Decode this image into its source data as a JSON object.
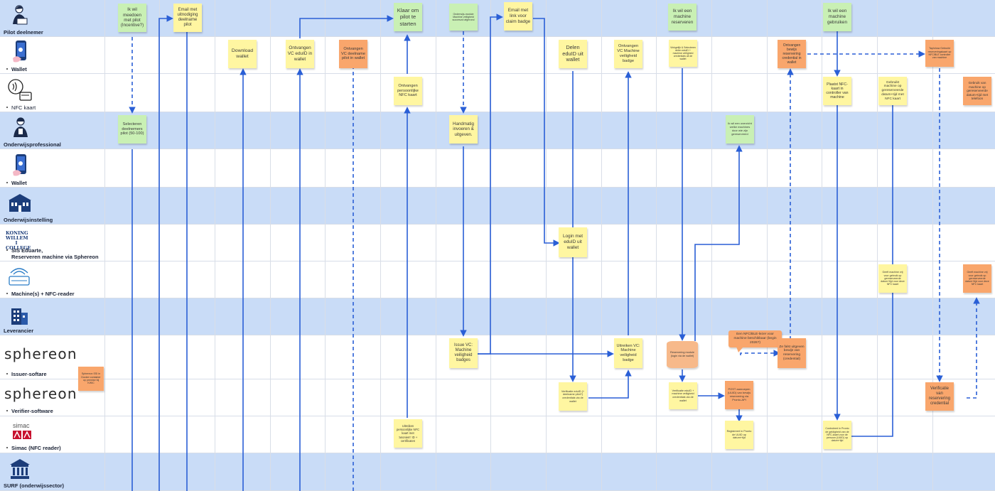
{
  "lanes": [
    {
      "label": "Pilot deelnemer",
      "icon": "person-laptop-icon"
    },
    {
      "label": "Wallet",
      "icon": "phone-wallet-icon"
    },
    {
      "label": "NFC kaart",
      "icon": "nfc-card-icon"
    },
    {
      "label": "Onderwijsprofessional",
      "icon": "person-teacher-icon"
    },
    {
      "label": "Wallet",
      "icon": "phone-wallet-icon"
    },
    {
      "label": "Onderwijsinstelling",
      "icon": "school-building-icon"
    },
    {
      "label": "SIS Eduarte,",
      "label2": "Reserveren machine via Sphereon",
      "icon": "koning-willem-logo",
      "logo_text": "KONING WILLEM I COLLEGE"
    },
    {
      "label": "Machine(s) + NFC-reader",
      "icon": "machine-reader-icon"
    },
    {
      "label": "Leverancier",
      "icon": "office-building-icon"
    },
    {
      "label": "Issuer-softare",
      "icon": "sphereon-logo",
      "logo_text": "sphereon"
    },
    {
      "label": "Verifier-software",
      "icon": "sphereon-logo",
      "logo_text": "sphereon"
    },
    {
      "label": "Simac (NFC reader)",
      "icon": "simac-logo",
      "logo_text": "simac"
    },
    {
      "label": "SURF (onderwijssector)",
      "icon": "institution-icon"
    }
  ],
  "notes": [
    {
      "id": "n1",
      "text": "Ik wil meedoen met pilot (Incentive?)"
    },
    {
      "id": "n2",
      "text": "Email met uitnodiging deelname pilot"
    },
    {
      "id": "n3",
      "text": "Klaar om pilot te starten"
    },
    {
      "id": "n4",
      "text": "Onderwijs-module Machine veiligheid succesvol afgerond"
    },
    {
      "id": "n5",
      "text": "Email met link voor claim badge"
    },
    {
      "id": "n6",
      "text": "Ik wil een machine reserveren"
    },
    {
      "id": "n7",
      "text": "Ik wil een machine gebruiken"
    },
    {
      "id": "n8",
      "text": "Download wallet"
    },
    {
      "id": "n9",
      "text": "Ontvangen VC eduID in wallet"
    },
    {
      "id": "n10",
      "text": "Ontvangen VC deelname pilot in wallet"
    },
    {
      "id": "n11",
      "text": "Delen eduID uit wallet"
    },
    {
      "id": "n12",
      "text": "Ontvangen VC Machine veiligheid badge"
    },
    {
      "id": "n13",
      "text": "Vinkgelijk & Selecteren delen eduID + machine veiligheid credentials uit de wallet"
    },
    {
      "id": "n14",
      "text": "Ontvangen bewijs reservering credential in wallet"
    },
    {
      "id": "n15",
      "text": "Tap/show Gebruikt reserveringskaart op NFC/BLE controller van machine"
    },
    {
      "id": "n16",
      "text": "Ontvangen persoonlijke NFC kaart"
    },
    {
      "id": "n17",
      "text": "Plaatst NFC-kaart in controller van machine"
    },
    {
      "id": "n18",
      "text": "Gebruikt machine op gereserveerde datum+tijd met NFC kaart"
    },
    {
      "id": "n19",
      "text": "Gebruik van machine op gereserveerde datum+tijd met telefoon"
    },
    {
      "id": "n20",
      "text": "Selecteren deelnemers pilot (50-100)"
    },
    {
      "id": "n21",
      "text": "Handmatig invoeren & uitgeven."
    },
    {
      "id": "n22",
      "text": "Ik wil een overzicht welke machines door wie zijn gereserveerd"
    },
    {
      "id": "n23",
      "text": "Login met eduID uit wallet"
    },
    {
      "id": "n24",
      "text": "Geeft machine vrij voor gebruik op gereserveerde datum+tijd voor deze NFC kaart"
    },
    {
      "id": "n25",
      "text": "Geeft machine vrij voor gebruik op gereserveerde datum+tijd voor deze NFC kaart"
    },
    {
      "id": "n26",
      "text": "Issue VC: Machine veiligheid badges"
    },
    {
      "id": "n27",
      "text": "Uitreiken VC: Machine veiligheid badge"
    },
    {
      "id": "n28",
      "text": "Reservering module (login via de wallet)"
    },
    {
      "id": "n29",
      "text": "Een NFC/BLE-lezer voor machine beschikbaar (begin 2026?)"
    },
    {
      "id": "n30",
      "text": "Ze falst uitgeven bewijs van reservering (credential)"
    },
    {
      "id": "n31",
      "text": "Sphereon SSI in Docker container op premise bij KWIC"
    },
    {
      "id": "n32",
      "text": "Verificatie eduID (+ deelname pilot?) credentials via de wallet"
    },
    {
      "id": "n33",
      "text": "Verificatie eduID + machine veiligheid credentials via de wallet"
    },
    {
      "id": "n34",
      "text": "POST aanroepen (UUID) van bewijs reservering via Pronto-API"
    },
    {
      "id": "n35",
      "text": "Verificatie van reservering credential"
    },
    {
      "id": "n36",
      "text": "Uitreiken persoonlijke NFC kaart met 'anoniem' ID + certificaten"
    },
    {
      "id": "n37",
      "text": "Registreert in Pronto de UUID op datum+tijd"
    },
    {
      "id": "n38",
      "text": "Controleert in Pronto de geldigheid van de NFC-kaart voor de persoon (UUID) op datum+tijd"
    }
  ]
}
